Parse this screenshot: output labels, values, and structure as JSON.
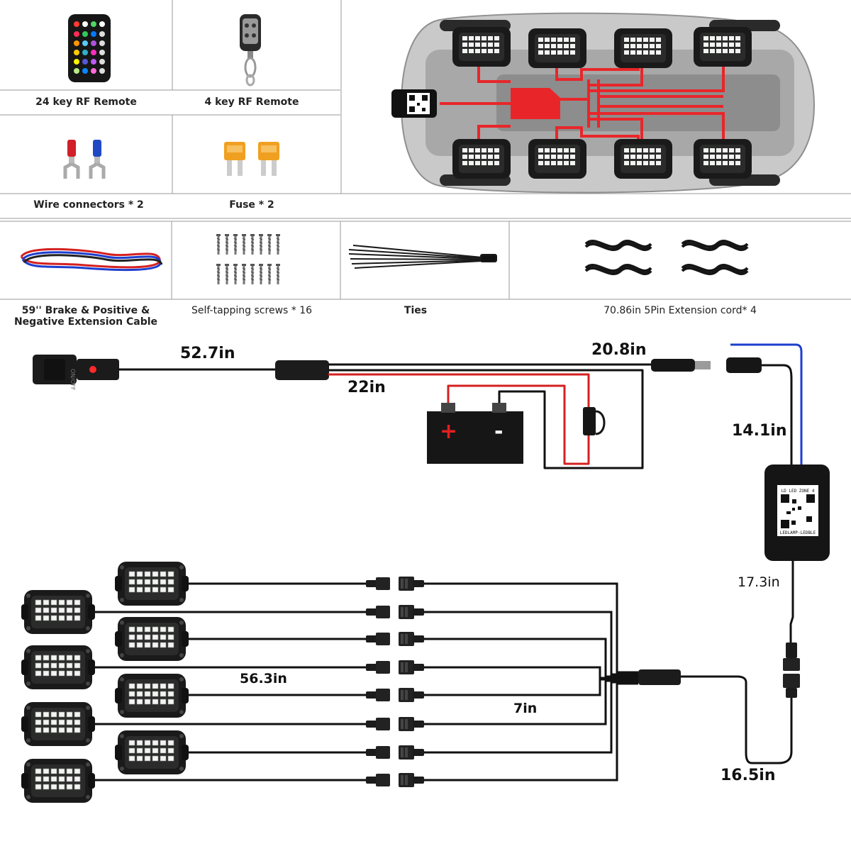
{
  "parts": {
    "remote_24_key": "24 key RF Remote",
    "remote_4_key": "4 key RF Remote",
    "wire_connectors": "Wire connectors * 2",
    "fuse": "Fuse * 2",
    "extension_cable": "59'' Brake & Positive & Negative Extension Cable",
    "screws": "Self-tapping screws * 16",
    "ties": "Ties",
    "extension_cord": "70.86in 5Pin Extension cord* 4"
  },
  "diagram": {
    "switch_text": "ON/OFF",
    "battery_plus": "+",
    "battery_minus": "-",
    "controller_header": "LD LED ZONE 4",
    "controller_footer": "LEDLAMP-LEDBLE"
  },
  "dimensions": {
    "switch_lead": "52.7in",
    "battery_lead": "22in",
    "power_out": "20.8in",
    "controller_in": "14.1in",
    "controller_out": "17.3in",
    "light_cable": "56.3in",
    "splitter_lead": "7in",
    "main_cable": "16.5in"
  },
  "colors": {
    "red_wire": "#d42020",
    "blue_wire": "#1c3fd0",
    "black_wire": "#111111",
    "pcb_red": "#e8262a",
    "grid_line": "#9a9a9a"
  }
}
